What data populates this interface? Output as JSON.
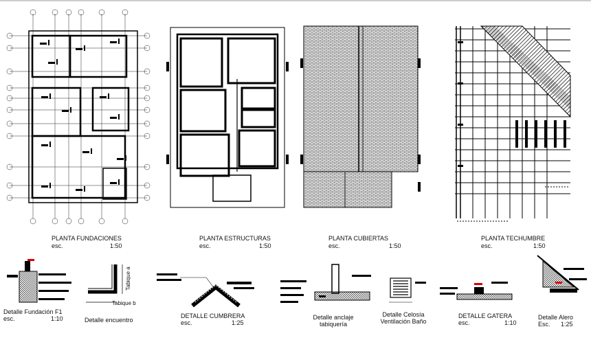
{
  "plans": [
    {
      "title": "PLANTA FUNDACIONES",
      "scale_prefix": "esc.",
      "scale": "1:50"
    },
    {
      "title": "PLANTA ESTRUCTURAS",
      "scale_prefix": "esc.",
      "scale": "1:50"
    },
    {
      "title": "PLANTA CUBIERTAS",
      "scale_prefix": "esc.",
      "scale": "1:50"
    },
    {
      "title": "PLANTA TECHUMBRE",
      "scale_prefix": "esc.",
      "scale": "1:50"
    }
  ],
  "details": [
    {
      "title": "Detalle Fundación F1",
      "scale_prefix": "esc.",
      "scale": "1:10"
    },
    {
      "title": "Detalle encuentro"
    },
    {
      "title": "DETALLE CUMBRERA",
      "scale_prefix": "esc.",
      "scale": "1:25"
    },
    {
      "title_line1": "Detalle anclaje",
      "title_line2": "tabiquería"
    },
    {
      "title_line1": "Detalle Celosía",
      "title_line2": "Ventilación Baño"
    },
    {
      "title": "DETALLE GATERA",
      "scale_prefix": "esc.",
      "scale": "1:10"
    },
    {
      "title": "Detalle Alero",
      "scale_prefix": "Esc.",
      "scale": "1:25"
    }
  ],
  "annotations": {
    "tabique_a": "Tabique a",
    "tabique_b": "Tabique b"
  }
}
